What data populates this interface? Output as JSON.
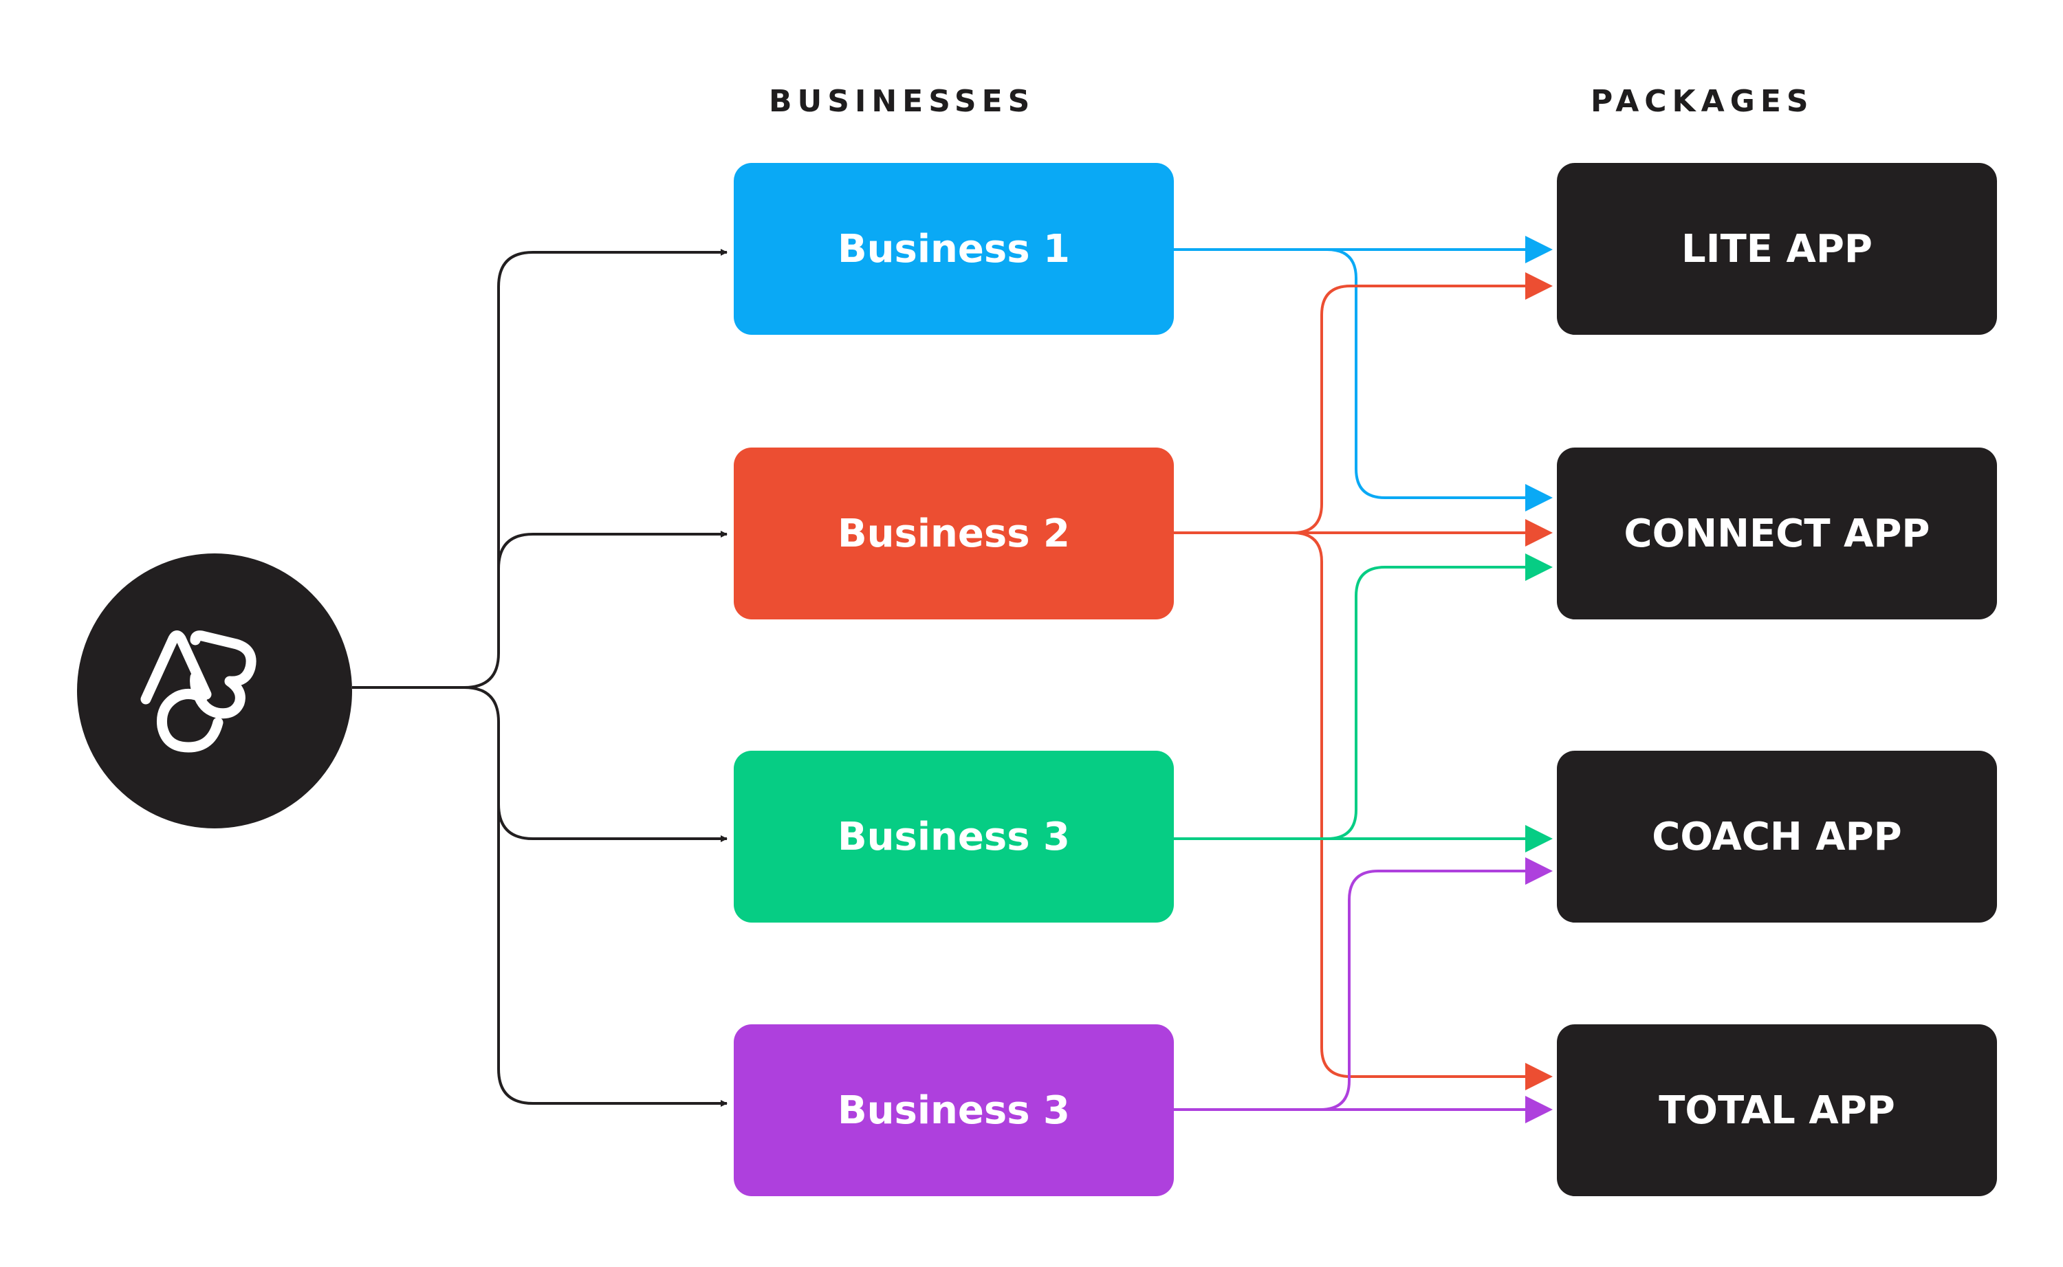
{
  "headings": {
    "businesses": "BUSINESSES",
    "packages": "PACKAGES"
  },
  "logo": {
    "icon": "abc-monogram-logo",
    "text": "ABC"
  },
  "businesses": [
    {
      "label": "Business 1",
      "color": "#0aa9f5"
    },
    {
      "label": "Business 2",
      "color": "#ec4e32"
    },
    {
      "label": "Business 3",
      "color": "#06cd84"
    },
    {
      "label": "Business 3",
      "color": "#ae40dd"
    }
  ],
  "packages": [
    {
      "label": "LITE APP"
    },
    {
      "label": "CONNECT APP"
    },
    {
      "label": "COACH APP"
    },
    {
      "label": "TOTAL APP"
    }
  ],
  "colors": {
    "connector": "#221f20",
    "package_fill": "#221f20",
    "heading_text": "#1f1d1e"
  },
  "links": [
    {
      "from": "Business 1",
      "to": [
        "LITE APP",
        "CONNECT APP"
      ]
    },
    {
      "from": "Business 2",
      "to": [
        "LITE APP",
        "CONNECT APP",
        "TOTAL APP"
      ]
    },
    {
      "from": "Business 3",
      "to": [
        "CONNECT APP",
        "COACH APP"
      ]
    },
    {
      "from": "Business 3 (purple)",
      "to": [
        "COACH APP",
        "TOTAL APP"
      ]
    }
  ]
}
